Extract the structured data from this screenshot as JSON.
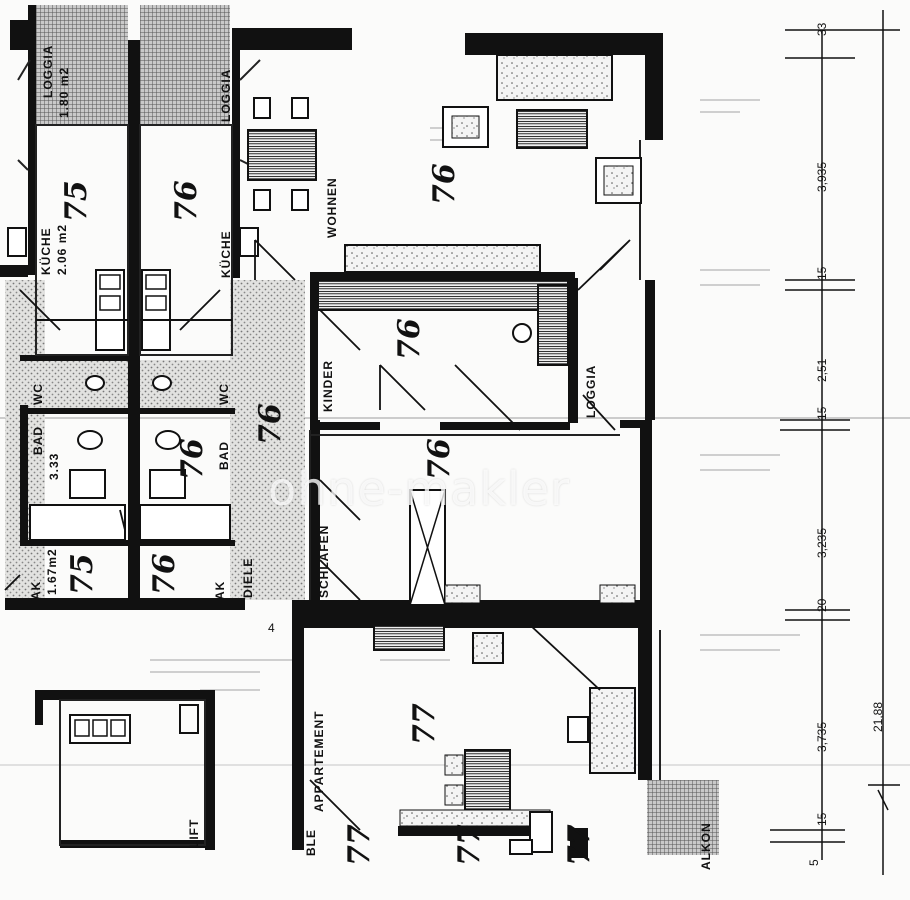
{
  "rooms": {
    "loggia_left": "LOGGIA",
    "loggia_left_area": "1.80 m2",
    "loggia_mid": "LOGGIA",
    "kueche_left": "KÜCHE",
    "kueche_left_area": "2.06 m2",
    "kueche_mid": "KÜCHE",
    "wohnen": "WOHNEN",
    "kinder": "KINDER",
    "loggia_right": "LOGGIA",
    "wc_left": "WC",
    "wc_mid": "WC",
    "bad_left": "BAD",
    "bad_left_area": "3.33",
    "bad_mid": "BAD",
    "ak_left": "AK",
    "ak_left_area": "1.67m2",
    "ak_mid": "AK",
    "diele": "DIELE",
    "schlafen": "SCHLAFEN",
    "appartement": "APPARTEMENT",
    "lift": "LIFT",
    "balkon": "ALKON",
    "ble": "BLE"
  },
  "unit_numbers": {
    "n75_kitchen": "75",
    "n76_kitchen": "76",
    "n76_wohnen": "76",
    "n76_kinder": "76",
    "n76_diele": "76",
    "n76_schlafen": "76",
    "n76_bath": "76",
    "n76_ak": "76",
    "n75_ak": "75",
    "n77_app": "77",
    "n77_a": "77",
    "n77_b": "77",
    "n77_c": "77"
  },
  "dimensions": {
    "d33": "33",
    "d3935": "3,935",
    "d15a": "15",
    "d251": "2,51",
    "d15b": "15",
    "d3235": "3,235",
    "d20": "20",
    "d3735": "3,735",
    "d2188": "21,88",
    "d15c": "15",
    "d5": "5",
    "d4": "4"
  },
  "watermark": "ohne-makler"
}
